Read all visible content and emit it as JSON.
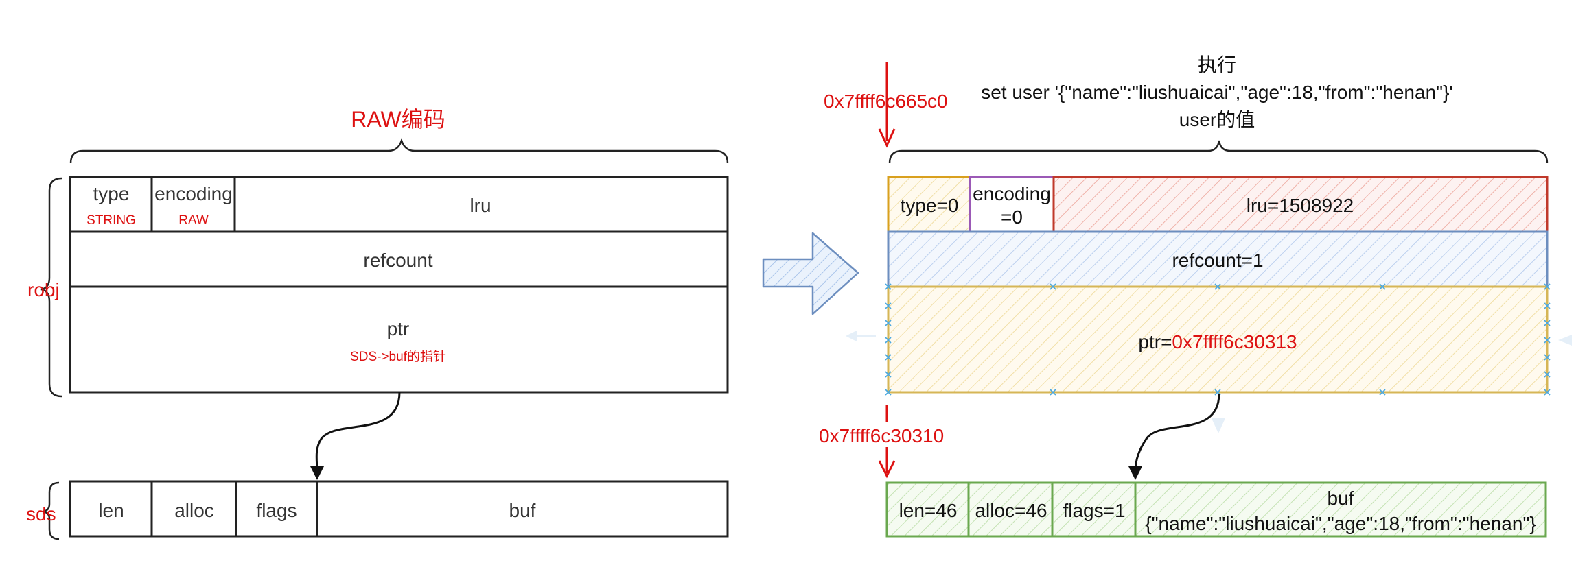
{
  "left": {
    "title": "RAW编码",
    "robj_label": "robj",
    "sds_label": "sds",
    "type_label": "type",
    "type_value": "STRING",
    "encoding_label": "encoding",
    "encoding_value": "RAW",
    "lru_label": "lru",
    "refcount_label": "refcount",
    "ptr_label": "ptr",
    "ptr_note": "SDS->buf的指针",
    "sds_fields": [
      "len",
      "alloc",
      "flags",
      "buf"
    ]
  },
  "right": {
    "header_line1": "执行",
    "header_line2": "set user '{\"name\":\"liushuaicai\",\"age\":18,\"from\":\"henan\"}'",
    "header_line3": "user的值",
    "robj_address": "0x7ffff6c665c0",
    "sds_address": "0x7ffff6c30310",
    "type_field": "type=0",
    "encoding_field_line1": "encoding",
    "encoding_field_line2": "=0",
    "lru_field": "lru=1508922",
    "refcount_field": "refcount=1",
    "ptr_prefix": "ptr=",
    "ptr_value": "0x7ffff6c30313",
    "len_field": "len=46",
    "alloc_field": "alloc=46",
    "flags_field": "flags=1",
    "buf_label": "buf",
    "buf_value": "{\"name\":\"liushuaicai\",\"age\":18,\"from\":\"henan\"}"
  },
  "colors": {
    "red": "#dd1111",
    "type_border": "#d9a01e",
    "encoding_border": "#9b59b6",
    "lru_border": "#c0392b",
    "refcount_border": "#6c8ebf",
    "ptr_border": "#d6b656",
    "sds_border": "#6aa84f",
    "arrow_fill": "#dae8fc",
    "arrow_stroke": "#6c8ebf"
  },
  "icons": [
    "right-arrow-icon",
    "down-arrow-icon"
  ]
}
